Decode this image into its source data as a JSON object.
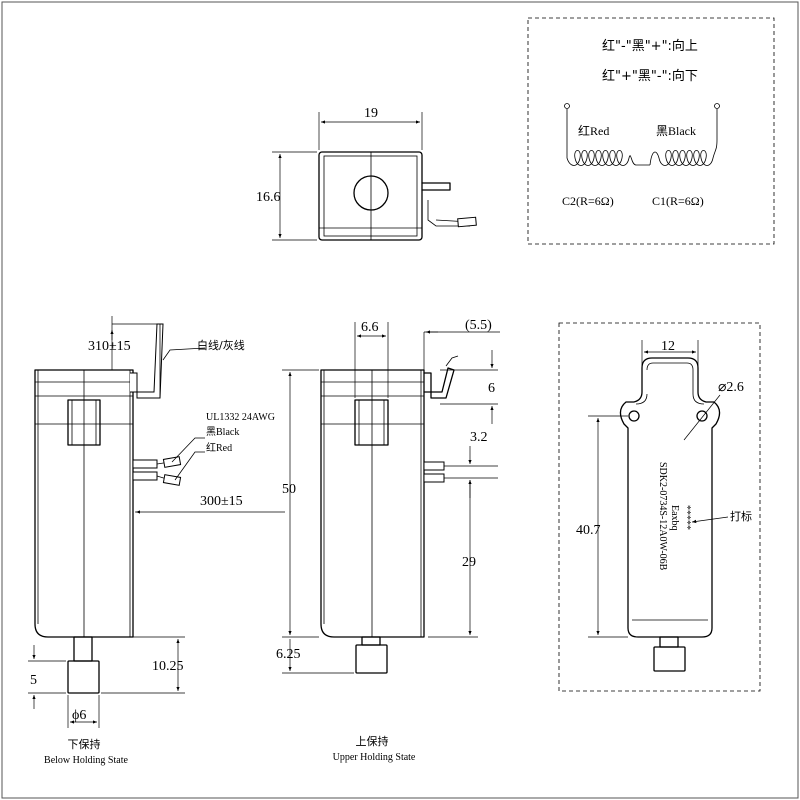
{
  "legend": {
    "rule_up": "红\"-\"黑\"+\":向上",
    "rule_down": "红\"+\"黑\"-\":向下",
    "red_label": "红Red",
    "black_label": "黑Black",
    "coil_c2": "C2(R=6Ω)",
    "coil_c1": "C1(R=6Ω)"
  },
  "top_view": {
    "width_dim": "19",
    "height_dim": "16.6"
  },
  "left_view": {
    "wire_len_top": "310±15",
    "wire_color_note": "白线/灰线",
    "cable_spec": "UL1332 24AWG",
    "black_wire": "黑Black",
    "red_wire": "红Red",
    "wire_len_side": "300±15",
    "plunger_ext": "10.25",
    "plunger_len": "5",
    "plunger_dia": "ϕ6",
    "caption_cn": "下保持",
    "caption_en": "Below Holding State"
  },
  "mid_view": {
    "dim_width": "6.6",
    "dim_offset": "(5.5)",
    "dim_6": "6",
    "dim_3_2": "3.2",
    "dim_height": "50",
    "dim_29": "29",
    "dim_6_25": "6.25",
    "caption_cn": "上保持",
    "caption_en": "Upper Holding State"
  },
  "right_view": {
    "dim_12": "12",
    "dim_hole": "⌀2.6",
    "dim_40_7": "40.7",
    "mark_line1": "SDK2-0734S-12A0W-06B",
    "mark_line2": "Eaxbq",
    "mark_line3": "*****",
    "marking_note": "打标"
  }
}
